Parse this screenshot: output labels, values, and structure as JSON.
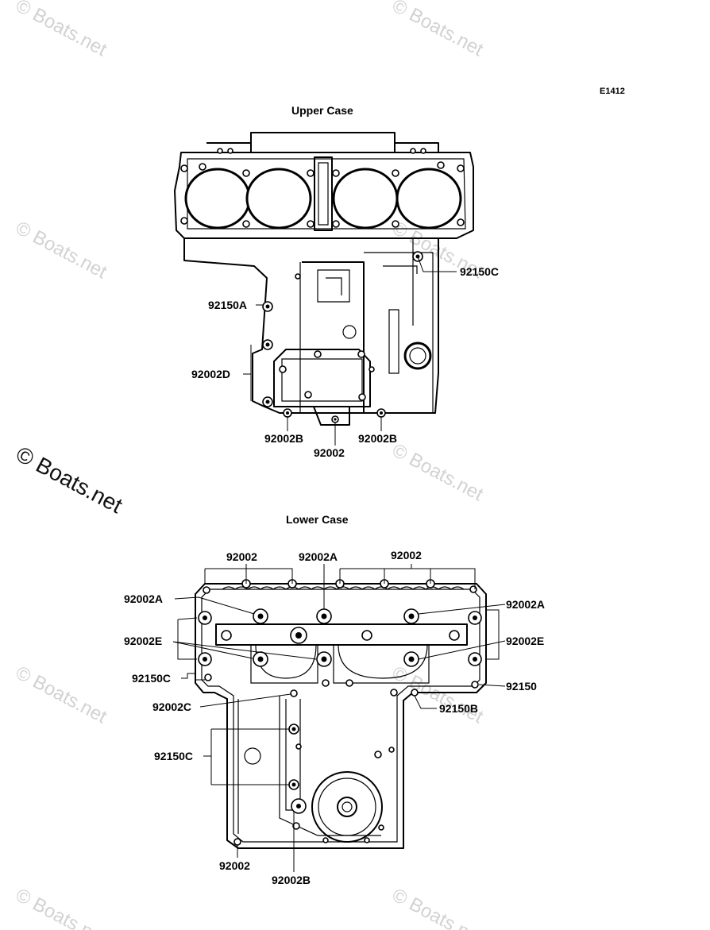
{
  "diagram_code": "E1412",
  "upper_case": {
    "title": "Upper Case",
    "labels": {
      "l92150C": "92150C",
      "l92150A": "92150A",
      "l92002D": "92002D",
      "l92002B_left": "92002B",
      "l92002": "92002",
      "l92002B_right": "92002B"
    }
  },
  "lower_case": {
    "title": "Lower Case",
    "labels": {
      "l92002_top_left": "92002",
      "l92002A_top": "92002A",
      "l92002_top_right": "92002",
      "l92002A_left": "92002A",
      "l92002A_right": "92002A",
      "l92002E_left": "92002E",
      "l92002E_right": "92002E",
      "l92150C_left": "92150C",
      "l92150_right": "92150",
      "l92002C": "92002C",
      "l92150B": "92150B",
      "l92150C_lower": "92150C",
      "l92002_bottom": "92002",
      "l92002B_bottom": "92002B"
    }
  },
  "watermark": {
    "text": "© Boats.net"
  },
  "colors": {
    "line": "#000000",
    "watermark": "#d2d2d2",
    "background": "#ffffff"
  }
}
